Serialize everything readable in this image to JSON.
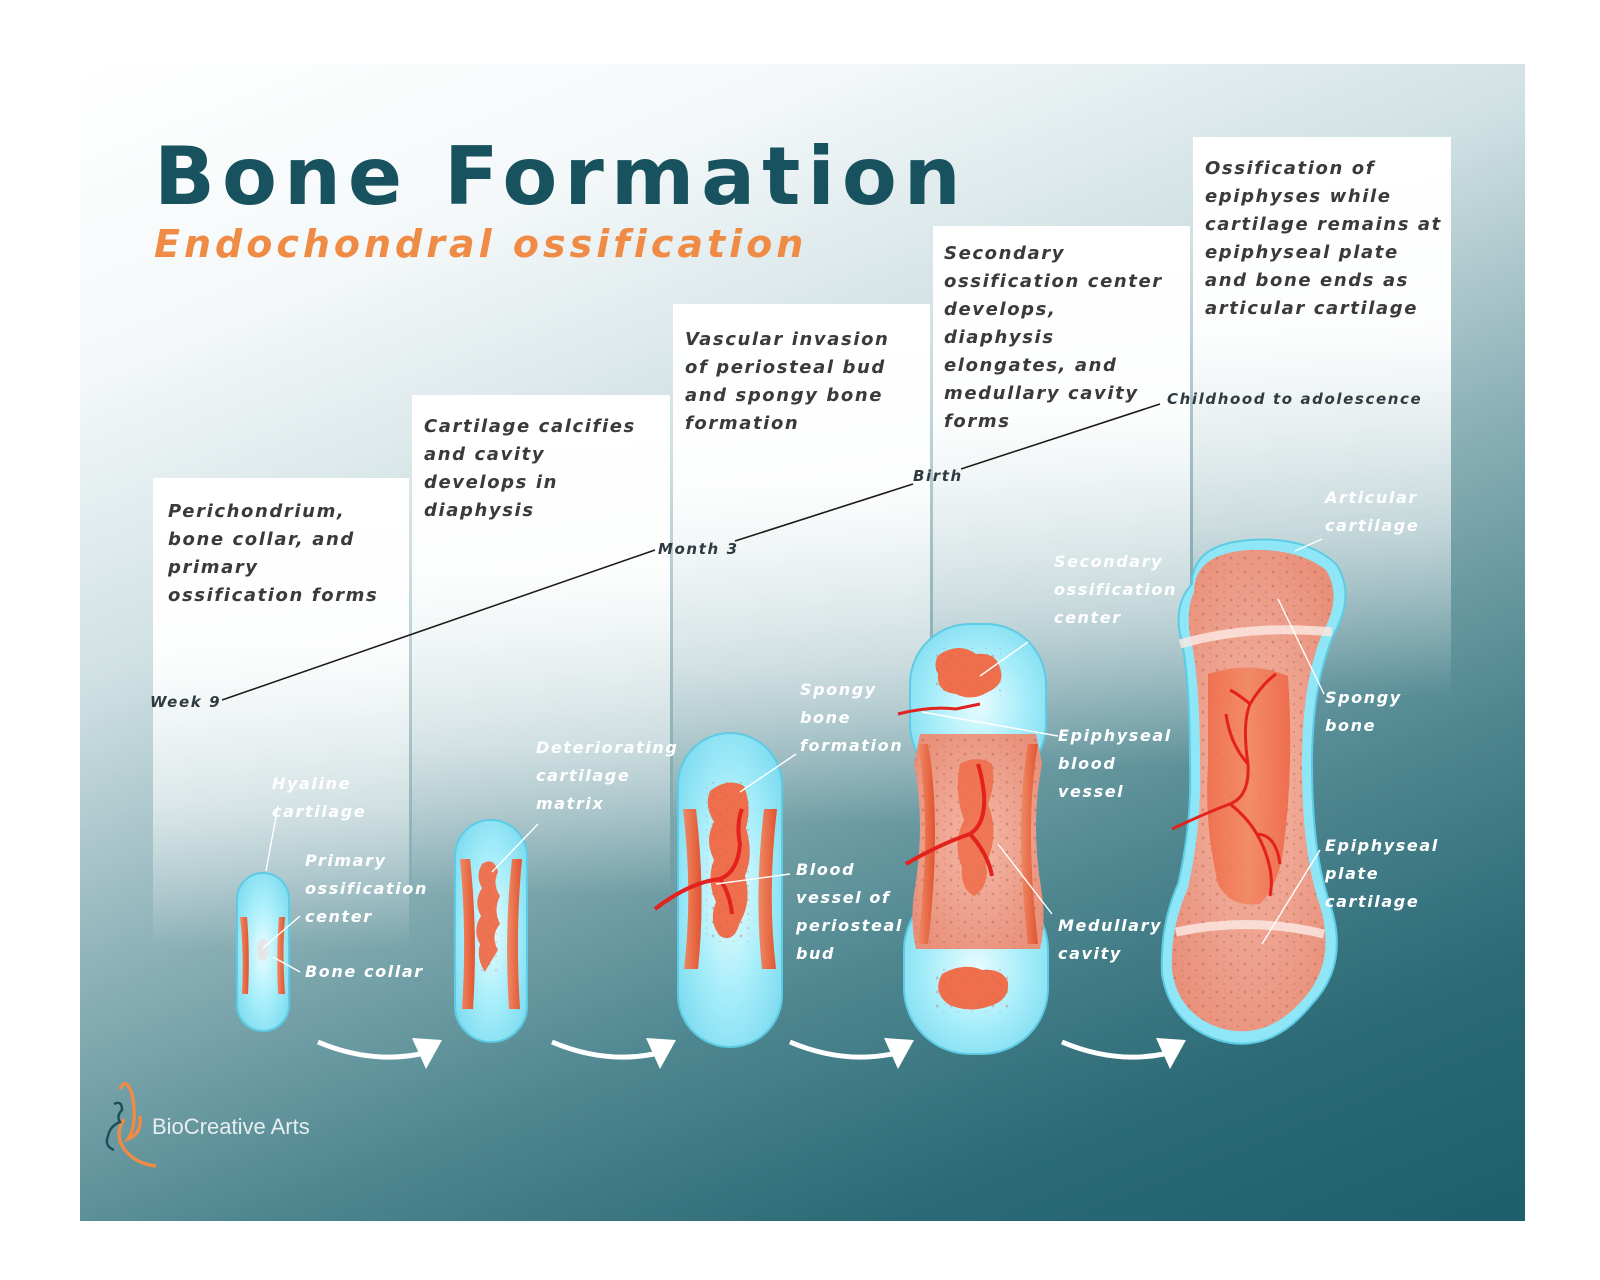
{
  "title": "Bone Formation",
  "subtitle": "Endochondral ossification",
  "stages": [
    {
      "description": "Perichondrium, bone collar, and primary ossification forms"
    },
    {
      "description": "Cartilage calcifies and cavity develops in diaphysis"
    },
    {
      "description": "Vascular invasion of periosteal bud and spongy bone formation"
    },
    {
      "description": "Secondary ossification center develops, diaphysis elongates, and medullary cavity forms"
    },
    {
      "description": "Ossification of epiphyses while cartilage remains at epiphyseal plate and bone ends as articular cartilage"
    }
  ],
  "timeline": [
    "Week 9",
    "Month 3",
    "Birth",
    "Childhood to adolescence"
  ],
  "labels": {
    "hyaline_cartilage": "Hyaline cartilage",
    "primary_ossification_center": "Primary ossification center",
    "bone_collar": "Bone collar",
    "deteriorating_cartilage_matrix": "Deteriorating cartilage matrix",
    "spongy_bone_formation": "Spongy bone formation",
    "blood_vessel_periosteal_bud": "Blood vessel of periosteal bud",
    "secondary_ossification_center": "Secondary ossification center",
    "epiphyseal_blood_vessel": "Epiphyseal blood vessel",
    "medullary_cavity": "Medullary cavity",
    "articular_cartilage": "Articular cartilage",
    "spongy_bone": "Spongy bone",
    "epiphyseal_plate_cartilage": "Epiphyseal plate cartilage"
  },
  "brand": "BioCreative Arts",
  "colors": {
    "title": "#18525e",
    "subtitle": "#ef8b45",
    "cartilage": "#8fe6f7",
    "bone": "#ef6f4f",
    "spongy_bone": "#f0b2a3",
    "blood_vessel": "#e3211d"
  }
}
